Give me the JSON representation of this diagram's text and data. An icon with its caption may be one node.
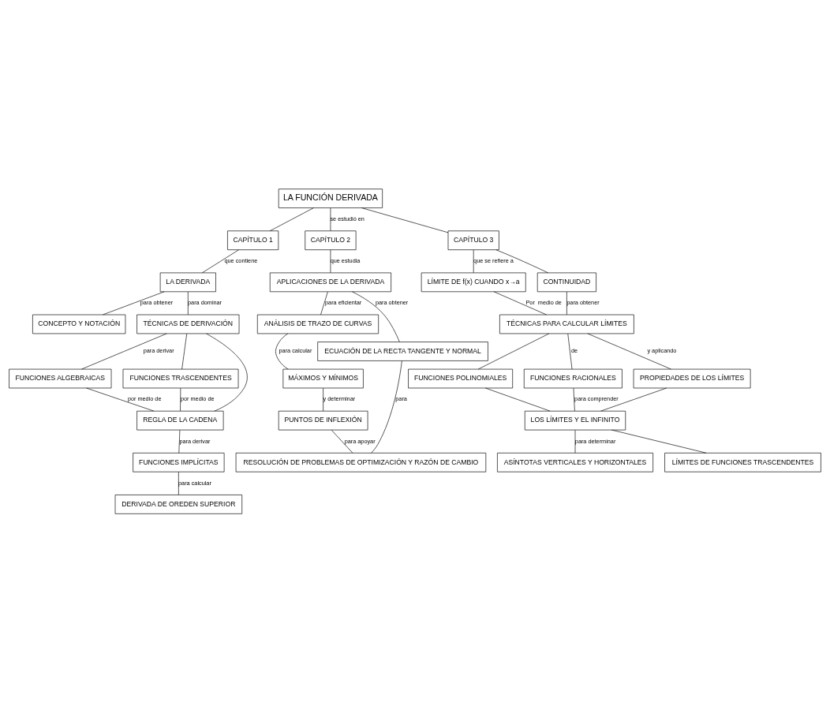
{
  "diagram": {
    "nodes": [
      {
        "text": [
          "LA FUNCIÓN DERIVADA"
        ]
      },
      {
        "text": [
          "CAPÍTULO 1"
        ]
      },
      {
        "text": [
          "CAPÍTULO 2"
        ]
      },
      {
        "text": [
          "CAPÍTULO 3"
        ]
      },
      {
        "text": [
          "LA DERIVADA"
        ]
      },
      {
        "text": [
          "APLICACIONES DE LA DERIVADA"
        ]
      },
      {
        "text": [
          "LÍMITE DE f(x) CUANDO x→a"
        ]
      },
      {
        "text": [
          "CONTINUIDAD"
        ]
      },
      {
        "text": [
          "CONCEPTO Y NOTACIÓN"
        ]
      },
      {
        "text": [
          "TÉCNICAS DE DERIVACIÓN"
        ]
      },
      {
        "text": [
          "ANÁLISIS DE TRAZO DE CURVAS"
        ]
      },
      {
        "text": [
          "ECUACIÓN DE LA RECTA TANGENTE Y NORMAL"
        ]
      },
      {
        "text": [
          "TÉCNICAS PARA CALCULAR LÍMITES"
        ]
      },
      {
        "text": [
          "FUNCIONES ALGEBRAICAS"
        ]
      },
      {
        "text": [
          "FUNCIONES TRASCENDENTES"
        ]
      },
      {
        "text": [
          "REGLA DE LA CADENA"
        ]
      },
      {
        "text": [
          "MÁXIMOS Y MÍNIMOS"
        ]
      },
      {
        "text": [
          "FUNCIONES POLINOMIALES"
        ]
      },
      {
        "text": [
          "FUNCIONES RACIONALES"
        ]
      },
      {
        "text": [
          "PROPIEDADES DE LOS LÍMITES"
        ]
      },
      {
        "text": [
          "FUNCIONES IMPLÍCITAS"
        ]
      },
      {
        "text": [
          "PUNTOS DE INFLEXIÓN"
        ]
      },
      {
        "text": [
          "LOS LÍMITES Y EL INFINITO"
        ]
      },
      {
        "text": [
          "DERIVADA DE OREDEN SUPERIOR"
        ]
      },
      {
        "text": [
          "RESOLUCIÓN DE PROBLEMAS DE OPTIMIZACIÓN Y RAZÓN DE CAMBIO"
        ]
      },
      {
        "text": [
          "ASÍNTOTAS VERTICALES Y HORIZONTALES"
        ]
      },
      {
        "text": [
          "LÍMITES DE FUNCIONES TRASCENDENTES"
        ]
      }
    ],
    "edges": [
      {
        "from": 0,
        "to": 1,
        "arrow": "none"
      },
      {
        "from": 0,
        "to": 2,
        "arrow": "none",
        "label": "se estudió en"
      },
      {
        "from": 0,
        "to": 3,
        "arrow": "none"
      },
      {
        "from": 1,
        "to": 4,
        "arrow": "none",
        "label": "que contiene"
      },
      {
        "from": 2,
        "to": 5,
        "arrow": "none",
        "label": "que estudia"
      },
      {
        "from": 3,
        "to": 6,
        "arrow": "none",
        "label": "que se refiere a"
      },
      {
        "from": 3,
        "to": 7,
        "arrow": "none"
      },
      {
        "from": 4,
        "to": 8,
        "arrow": "none",
        "label": "para obtener"
      },
      {
        "from": 4,
        "to": 9,
        "arrow": "none",
        "label": "para dominar"
      },
      {
        "from": 5,
        "to": 10,
        "arrow": "none",
        "label": "para eficientar"
      },
      {
        "from": 5,
        "to": 11,
        "arrow": "none",
        "label": "para obtener"
      },
      {
        "from": 6,
        "to": 12,
        "arrow": "none",
        "label": "Por  medio de"
      },
      {
        "from": 7,
        "to": 12,
        "arrow": "none",
        "label": "para obtener"
      },
      {
        "from": 9,
        "to": 13,
        "arrow": "none",
        "label": "para derivar"
      },
      {
        "from": 9,
        "to": 14,
        "arrow": "none"
      },
      {
        "from": 9,
        "to": 15,
        "arrow": "none"
      },
      {
        "from": 13,
        "to": 15,
        "arrow": "none",
        "label": "por medio de"
      },
      {
        "from": 14,
        "to": 15,
        "arrow": "none",
        "label": "por medio de"
      },
      {
        "from": 10,
        "to": 16,
        "arrow": "none",
        "label": "para calcular"
      },
      {
        "from": 12,
        "to": 17,
        "arrow": "none"
      },
      {
        "from": 12,
        "to": 18,
        "arrow": "none",
        "label": "de"
      },
      {
        "from": 12,
        "to": 19,
        "arrow": "none",
        "label": "y aplicando"
      },
      {
        "from": 15,
        "to": 20,
        "arrow": "none",
        "label": "para derivar"
      },
      {
        "from": 16,
        "to": 21,
        "arrow": "none",
        "label": "y determinar"
      },
      {
        "from": 20,
        "to": 23,
        "arrow": "none",
        "label": "para calcular"
      },
      {
        "from": 21,
        "to": 24,
        "arrow": "none",
        "label": "para apoyar"
      },
      {
        "from": 11,
        "to": 24,
        "arrow": "none",
        "label": "para"
      },
      {
        "from": 17,
        "to": 22,
        "arrow": "none"
      },
      {
        "from": 18,
        "to": 22,
        "arrow": "none",
        "label": "para comprender"
      },
      {
        "from": 19,
        "to": 22,
        "arrow": "none"
      },
      {
        "from": 22,
        "to": 25,
        "arrow": "none",
        "label": "para determinar"
      },
      {
        "from": 22,
        "to": 26,
        "arrow": "none"
      }
    ]
  }
}
